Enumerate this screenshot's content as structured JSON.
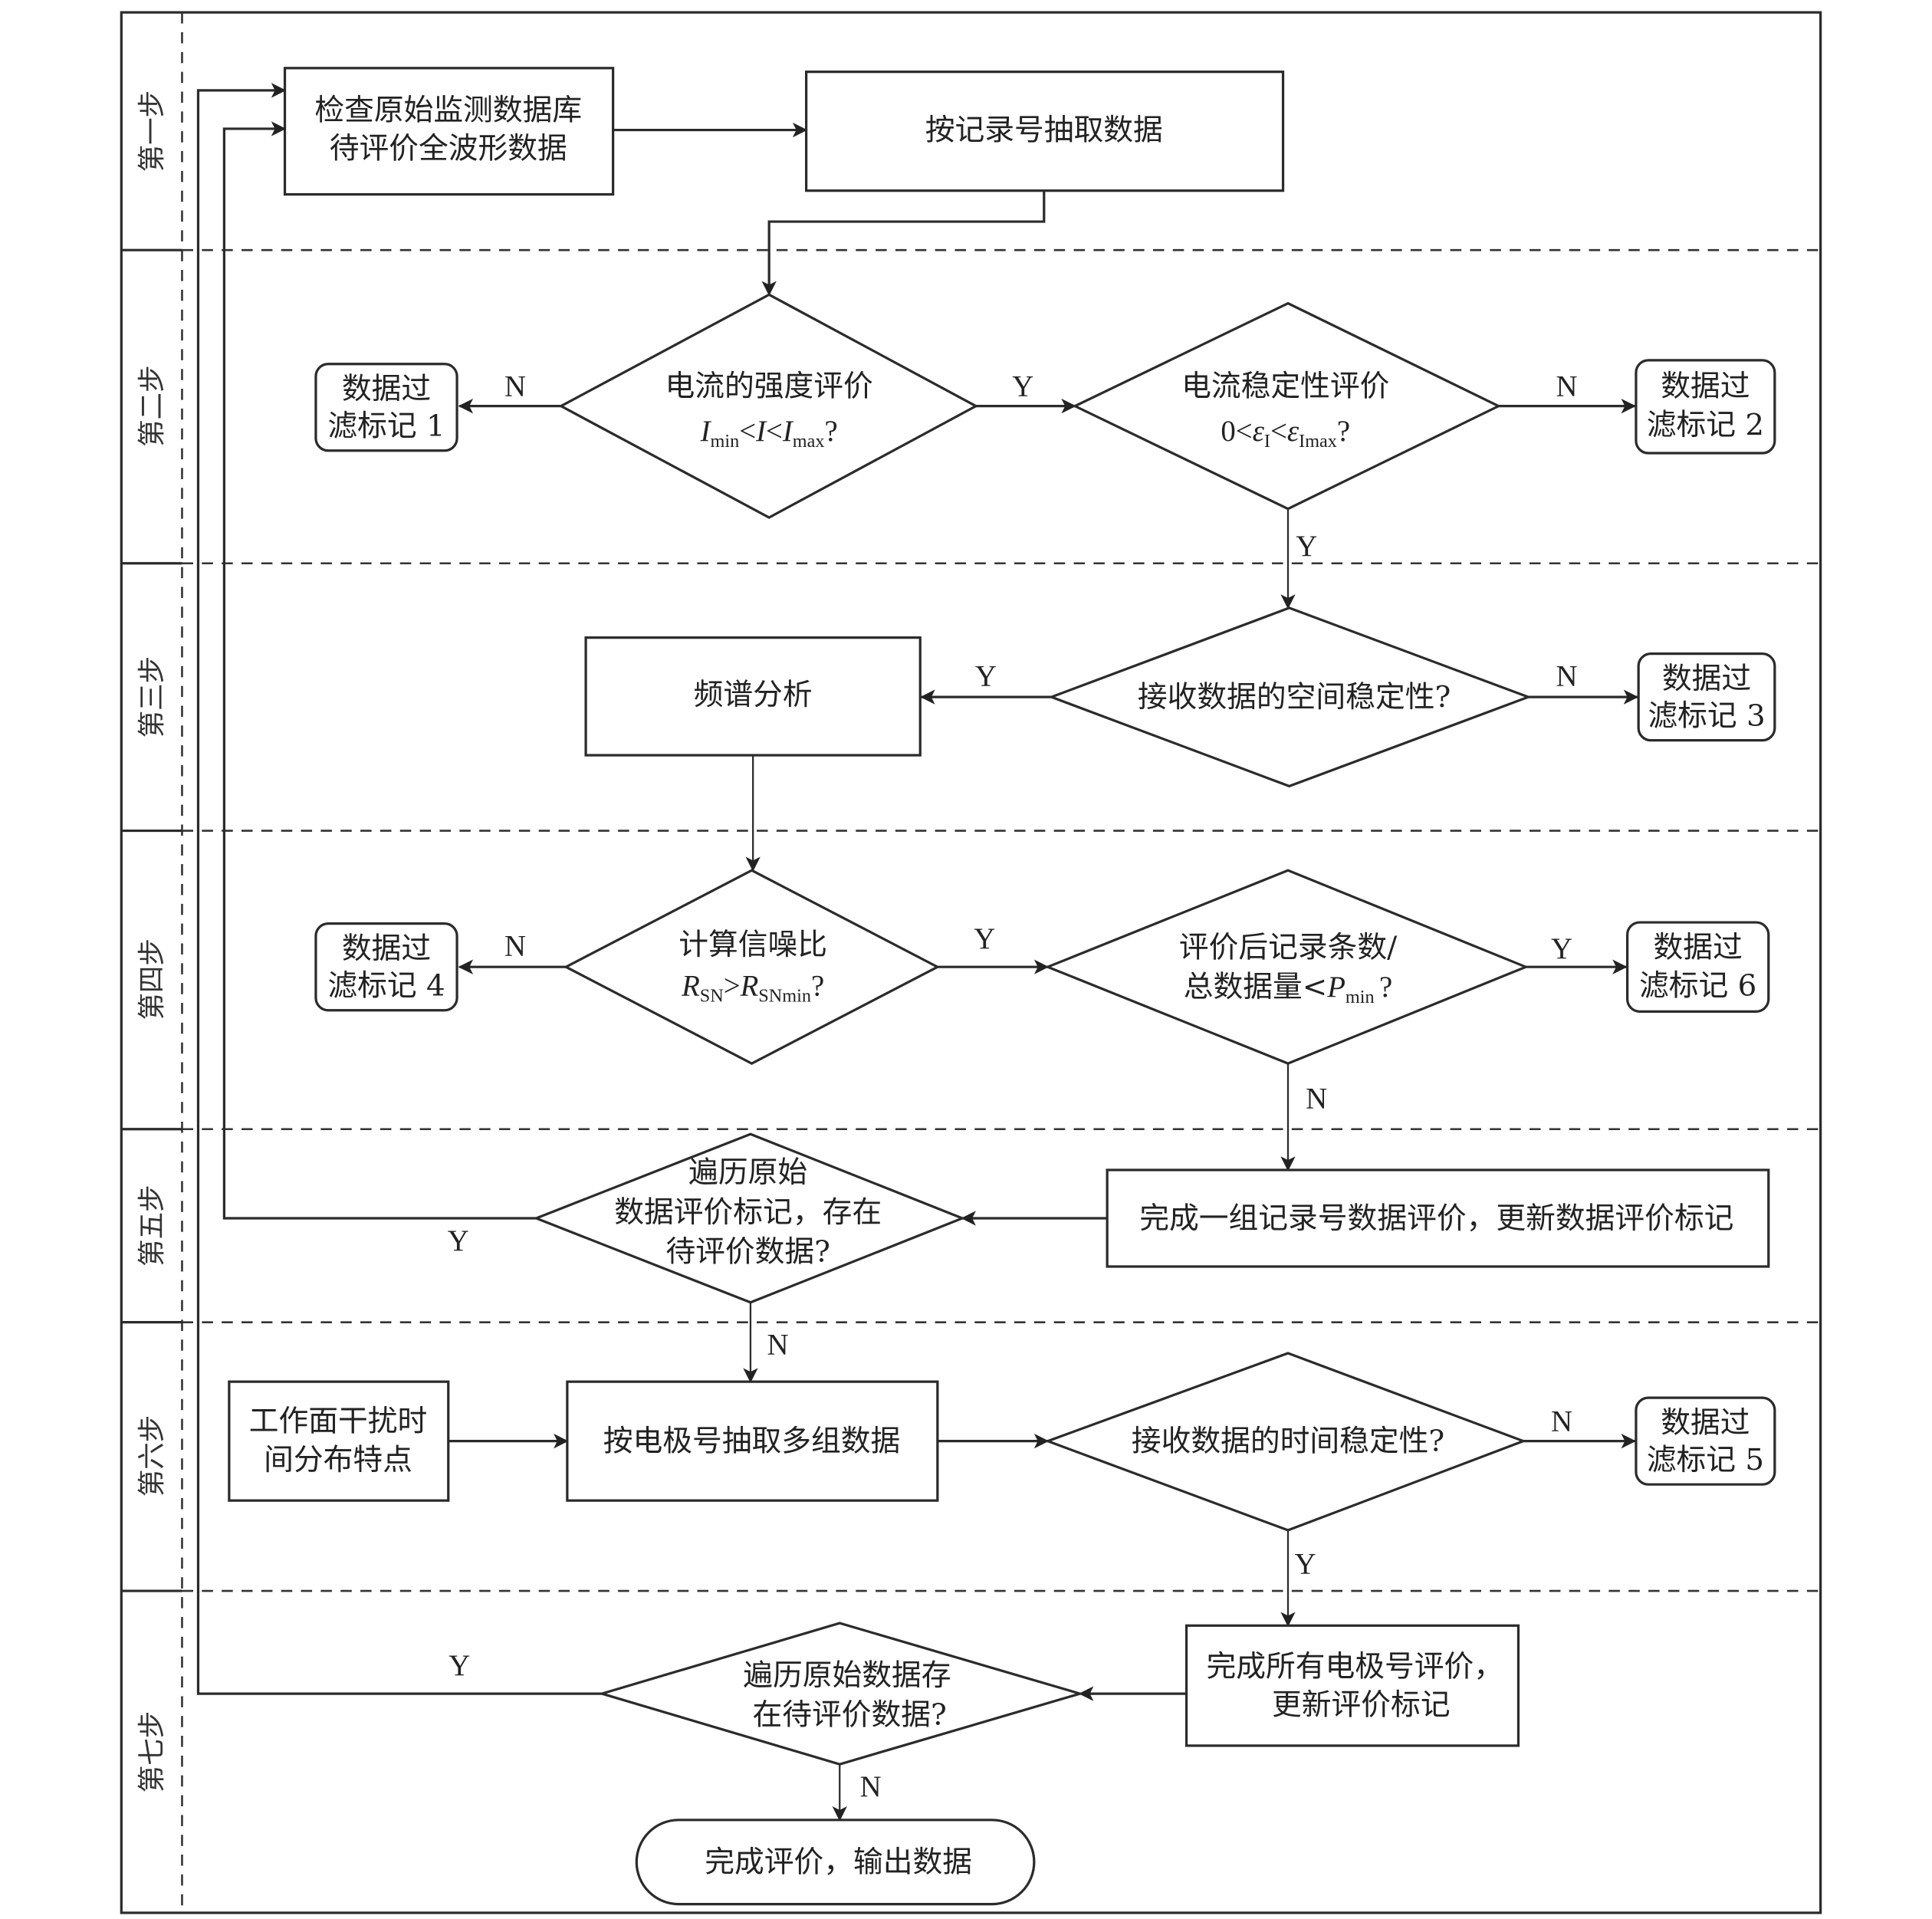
{
  "diagram": {
    "type": "flowchart",
    "lanes": [
      {
        "id": "step1",
        "label": "第一步"
      },
      {
        "id": "step2",
        "label": "第二步"
      },
      {
        "id": "step3",
        "label": "第三步"
      },
      {
        "id": "step4",
        "label": "第四步"
      },
      {
        "id": "step5",
        "label": "第五步"
      },
      {
        "id": "step6",
        "label": "第六步"
      },
      {
        "id": "step7",
        "label": "第七步"
      }
    ],
    "nodes": {
      "check_db": {
        "lines": [
          "检查原始监测数据库",
          "待评价全波形数据"
        ]
      },
      "extract_by_record": {
        "lines": [
          "按记录号抽取数据"
        ]
      },
      "current_strength": {
        "line1": "电流的强度评价",
        "math": {
          "a": "I",
          "a_sub": "min",
          "lt1": "<",
          "b": "I",
          "lt2": "<",
          "c": "I",
          "c_sub": "max",
          "q": "?"
        }
      },
      "filter1": {
        "lines": [
          "数据过",
          "滤标记 1"
        ]
      },
      "current_stability": {
        "line1": "电流稳定性评价",
        "math": {
          "zero": "0",
          "lt1": "<",
          "eps": "ε",
          "eps_sub": "I",
          "lt2": "<",
          "eps2": "ε",
          "eps2_sub": "Imax",
          "q": "?"
        }
      },
      "filter2": {
        "lines": [
          "数据过",
          "滤标记 2"
        ]
      },
      "spectrum": {
        "lines": [
          "频谱分析"
        ]
      },
      "spatial_stability": {
        "lines": [
          "接收数据的空间稳定性?"
        ]
      },
      "filter3": {
        "lines": [
          "数据过",
          "滤标记 3"
        ]
      },
      "snr": {
        "line1": "计算信噪比",
        "math": {
          "a": "R",
          "a_sub": "SN",
          "gt": ">",
          "b": "R",
          "b_sub": "SNmin",
          "q": "?"
        }
      },
      "filter4": {
        "lines": [
          "数据过",
          "滤标记 4"
        ]
      },
      "ratio_check": {
        "line1": "评价后记录条数/",
        "line2_prefix": "总数据量<",
        "math": {
          "p": "P",
          "p_sub": "min",
          "q": "?"
        }
      },
      "filter6": {
        "lines": [
          "数据过",
          "滤标记 6"
        ]
      },
      "complete_group": {
        "lines": [
          "完成一组记录号数据评价，更新数据评价标记"
        ]
      },
      "traverse1": {
        "lines": [
          "遍历原始",
          "数据评价标记，存在",
          "待评价数据?"
        ]
      },
      "interference": {
        "lines": [
          "工作面干扰时",
          "间分布特点"
        ]
      },
      "extract_by_electrode": {
        "lines": [
          "按电极号抽取多组数据"
        ]
      },
      "temporal_stability": {
        "lines": [
          "接收数据的时间稳定性?"
        ]
      },
      "filter5": {
        "lines": [
          "数据过",
          "滤标记 5"
        ]
      },
      "complete_all": {
        "lines": [
          "完成所有电极号评价，",
          "更新评价标记"
        ]
      },
      "traverse2": {
        "lines": [
          "遍历原始数据存",
          "在待评价数据?"
        ]
      },
      "finish": {
        "lines": [
          "完成评价，输出数据"
        ]
      }
    },
    "edge_labels": {
      "strength_no": "N",
      "strength_yes": "Y",
      "stability_no": "N",
      "stability_yes": "Y",
      "spatial_yes": "Y",
      "spatial_no": "N",
      "snr_no": "N",
      "snr_yes": "Y",
      "ratio_yes": "Y",
      "ratio_no": "N",
      "traverse1_yes": "Y",
      "traverse1_no": "N",
      "temporal_no": "N",
      "temporal_yes": "Y",
      "traverse2_yes": "Y",
      "traverse2_no": "N"
    },
    "colors": {
      "stroke": "#2b2b2b",
      "text": "#222222",
      "background": "#ffffff"
    }
  }
}
